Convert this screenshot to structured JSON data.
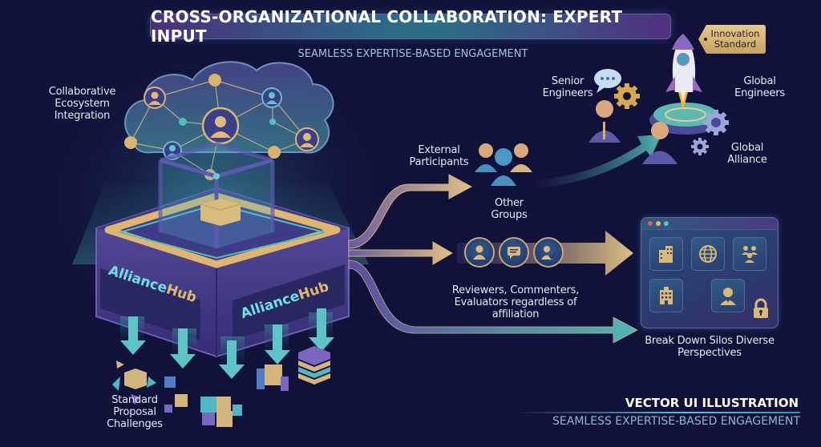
{
  "header": {
    "title": "CROSS-ORGANIZATIONAL COLLABORATION: EXPERT INPUT",
    "subtitle": "SEAMLESS EXPERTISE-BASED ENGAGEMENT"
  },
  "hub": {
    "cloud_label": "Collaborative Ecosystem Integration",
    "brand_left": {
      "part1": "Alliance",
      "part2": "Hub"
    },
    "brand_right": {
      "part1": "Alliance",
      "part2": "Hub"
    },
    "output_label": "Standard Proposal Challenges"
  },
  "flows": {
    "top": {
      "label": "External Participants",
      "group_label": "Other Groups"
    },
    "middle": {
      "label": "Reviewers, Commenters, Evaluators regardless of affiliation",
      "icons": [
        "person-icon",
        "comment-icon",
        "evaluator-check-icon"
      ]
    },
    "bottom": {
      "label": "Break Down Silos Diverse Perspectives"
    }
  },
  "innovation": {
    "tag": "Innovation Standard",
    "senior": "Senior Engineers",
    "global_engineers": "Global Engineers",
    "global_alliance": "Global Alliance"
  },
  "window": {
    "tiles": [
      "office-building-icon",
      "globe-icon",
      "team-icon",
      "corporate-building-icon",
      "professional-icon"
    ],
    "lock": "lock-icon"
  },
  "footer": {
    "title": "VECTOR UI ILLUSTRATION",
    "subtitle": "SEAMLESS EXPERTISE-BASED ENGAGEMENT"
  },
  "colors": {
    "background": "#11123a",
    "gold": "#d9b878",
    "teal": "#4fb7b0",
    "purple": "#5a4d9a"
  }
}
